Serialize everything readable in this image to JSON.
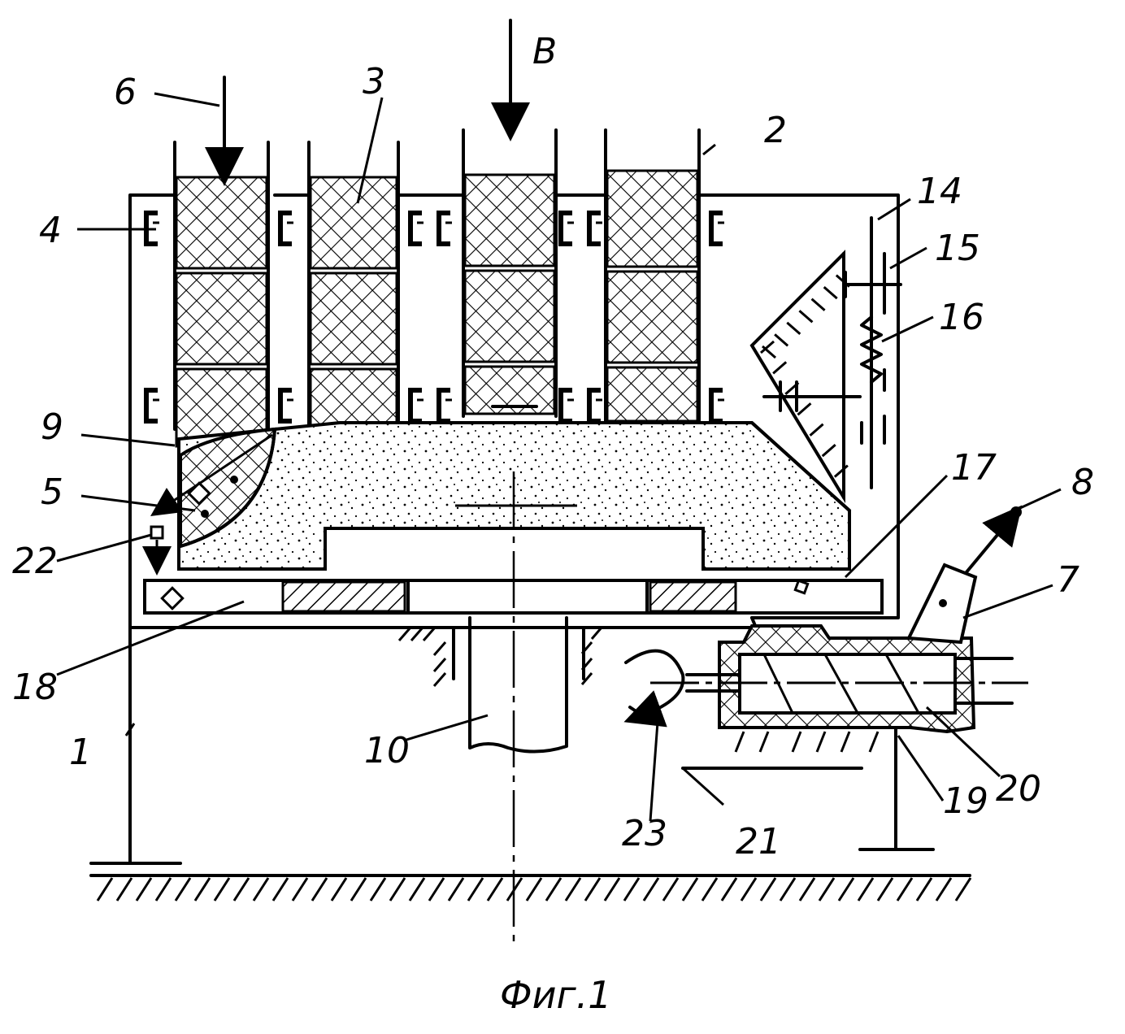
{
  "figure": {
    "caption": "Фиг.1",
    "direction_label": "B"
  },
  "labels": [
    {
      "id": "1",
      "text": "1"
    },
    {
      "id": "2",
      "text": "2"
    },
    {
      "id": "3",
      "text": "3"
    },
    {
      "id": "4",
      "text": "4"
    },
    {
      "id": "5",
      "text": "5"
    },
    {
      "id": "6",
      "text": "6"
    },
    {
      "id": "7",
      "text": "7"
    },
    {
      "id": "8",
      "text": "8"
    },
    {
      "id": "9",
      "text": "9"
    },
    {
      "id": "10",
      "text": "10"
    },
    {
      "id": "14",
      "text": "14"
    },
    {
      "id": "15",
      "text": "15"
    },
    {
      "id": "16",
      "text": "16"
    },
    {
      "id": "17",
      "text": "17"
    },
    {
      "id": "18",
      "text": "18"
    },
    {
      "id": "19",
      "text": "19"
    },
    {
      "id": "20",
      "text": "20"
    },
    {
      "id": "21",
      "text": "21"
    },
    {
      "id": "22",
      "text": "22"
    },
    {
      "id": "23",
      "text": "23"
    }
  ]
}
